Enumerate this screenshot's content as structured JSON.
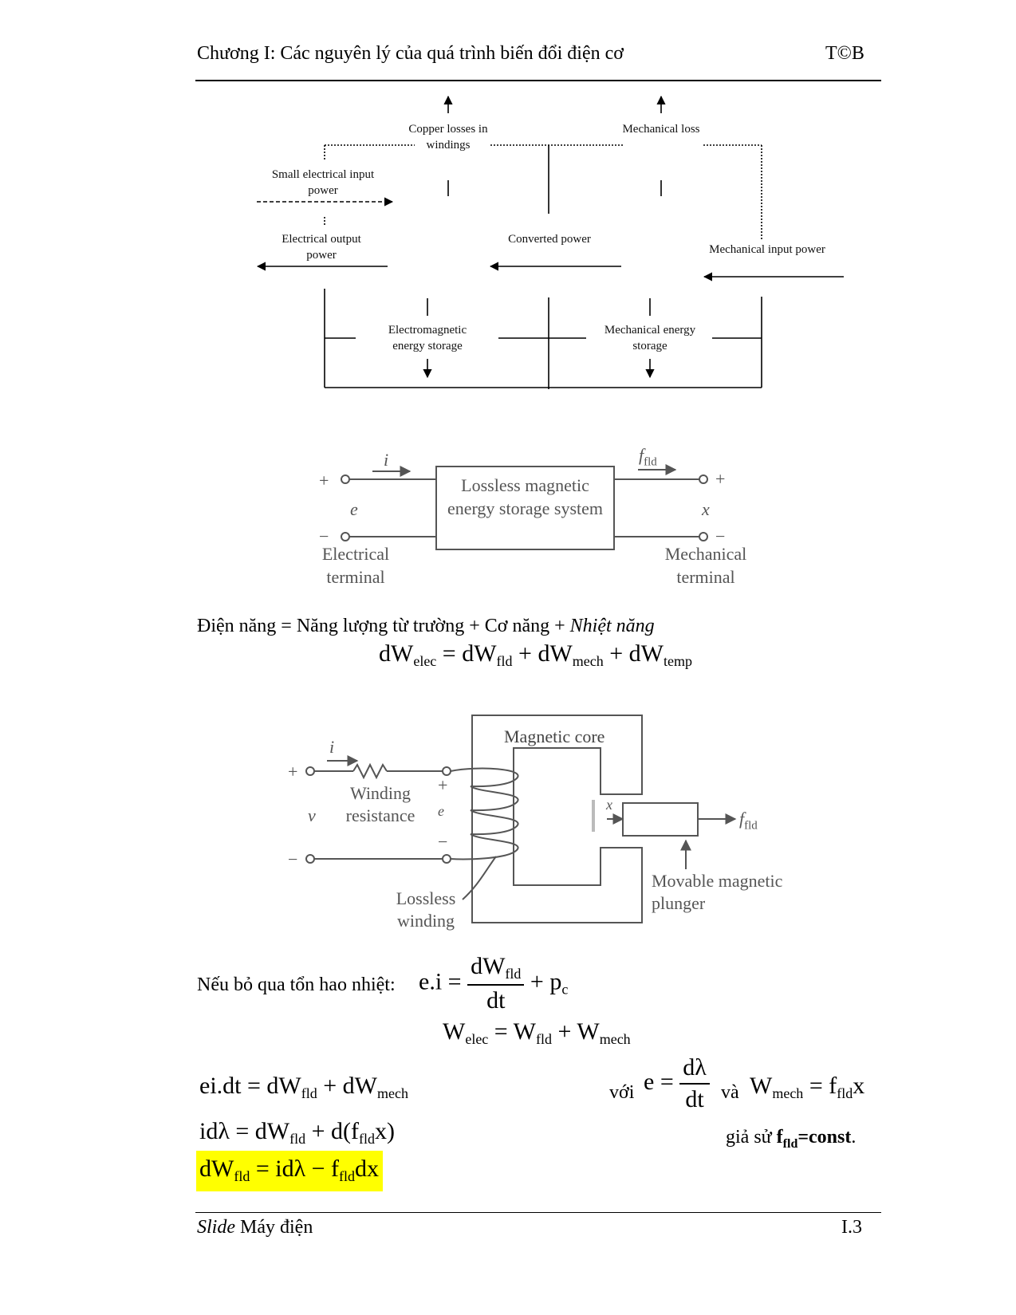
{
  "header": {
    "title": "Chương I: Các nguyên lý của quá trình biến đổi điện cơ",
    "mark": "T©B"
  },
  "diagram1": {
    "copper_losses": "Copper losses in windings",
    "mechanical_loss": "Mechanical loss",
    "small_electrical_input": "Small electrical input power",
    "electrical_output": "Electrical output power",
    "converted_power": "Converted power",
    "mechanical_input": "Mechanical input power",
    "em_storage": "Electromagnetic energy storage",
    "mech_storage": "Mechanical energy storage"
  },
  "diagram2": {
    "box_label": "Lossless magnetic energy storage system",
    "current": "i",
    "force": "f",
    "force_sub": "fld",
    "emf": "e",
    "displacement": "x",
    "plus": "+",
    "minus": "−",
    "electrical_terminal": "Electrical terminal",
    "mechanical_terminal": "Mechanical terminal"
  },
  "energy_balance": {
    "text_prefix": "Điện năng = Năng lượng từ trường + Cơ năng + ",
    "text_italic": "Nhiệt năng"
  },
  "diagram3": {
    "core_label": "Magnetic core",
    "winding_resistance": "Winding resistance",
    "lossless_winding": "Lossless winding",
    "plunger": "Movable magnetic plunger",
    "current": "i",
    "voltage": "v",
    "emf": "e",
    "displacement": "x",
    "force": "f",
    "force_sub": "fld",
    "plus": "+",
    "minus": "−"
  },
  "equations": {
    "neglect_label": "Nếu bỏ qua tổn hao nhiệt:",
    "with_label": "với",
    "and_label": "và",
    "assume_label": "giả sử",
    "assume_bold": "f",
    "assume_bold_sub": "fld",
    "assume_bold_tail": "=const",
    "assume_end": "."
  },
  "footer": {
    "left_italic": "Slide",
    "left_text": " Máy điện",
    "page": "I.3"
  },
  "colors": {
    "highlight": "#ffff00"
  }
}
